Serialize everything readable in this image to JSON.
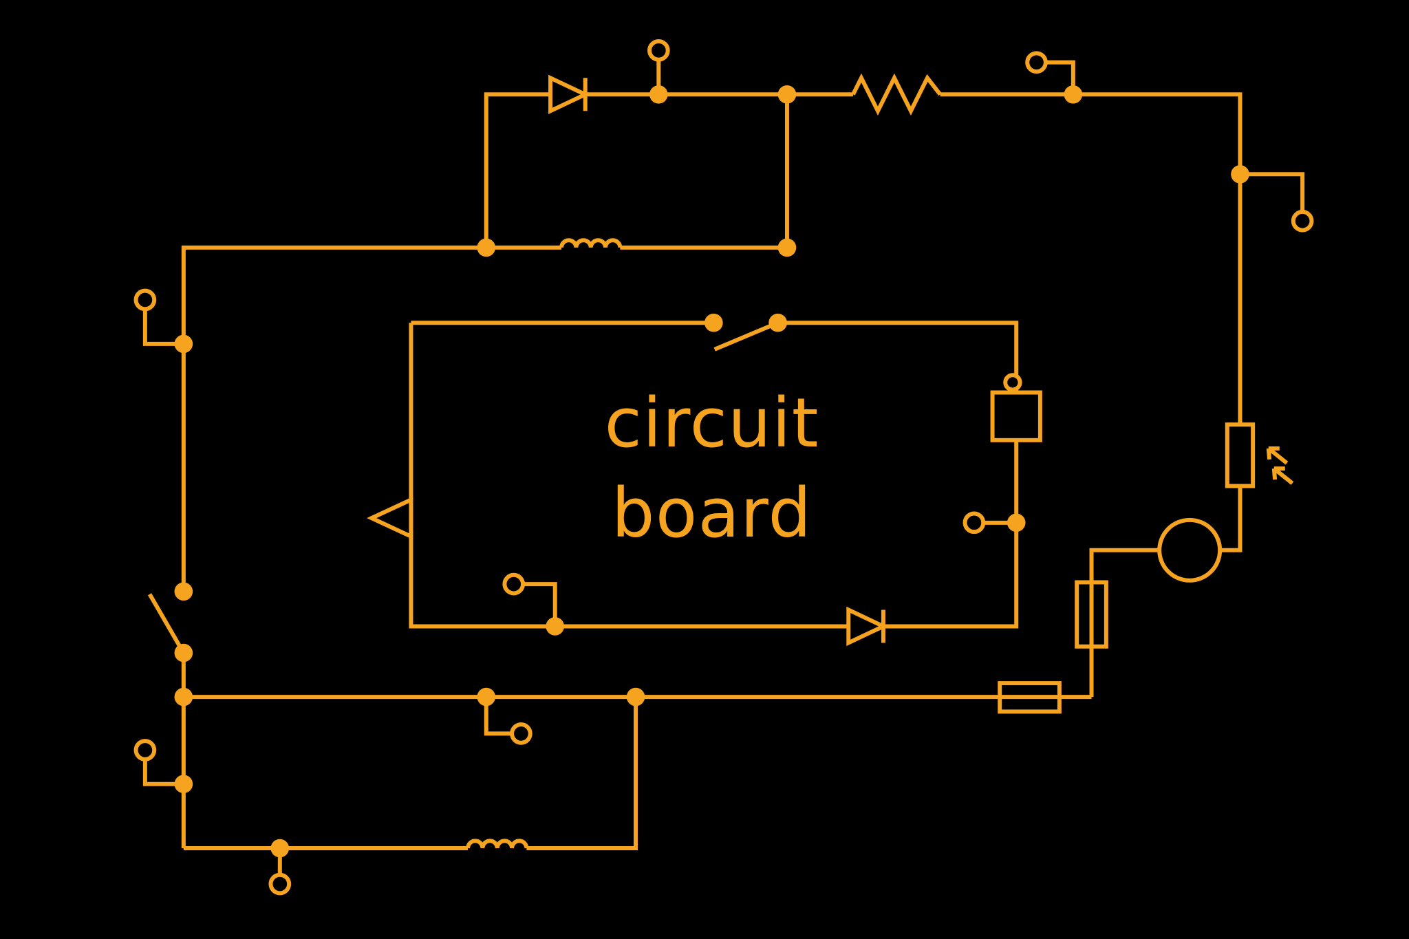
{
  "title": {
    "line1": "circuit",
    "line2": "board"
  },
  "colors": {
    "background": "#000000",
    "trace": "#F6A320"
  },
  "diagram": {
    "type": "circuit-schematic",
    "components": [
      {
        "id": "diode-top",
        "type": "diode"
      },
      {
        "id": "inductor-top",
        "type": "inductor"
      },
      {
        "id": "resistor-top",
        "type": "resistor"
      },
      {
        "id": "switch-inner-top",
        "type": "open-switch"
      },
      {
        "id": "switch-left",
        "type": "open-switch"
      },
      {
        "id": "relay-box",
        "type": "box-component"
      },
      {
        "id": "diode-inner-bottom",
        "type": "diode"
      },
      {
        "id": "connector-arrow-left",
        "type": "arrow-connector"
      },
      {
        "id": "photoresistor-right",
        "type": "light-dependent-resistor"
      },
      {
        "id": "lamp-right",
        "type": "round-component"
      },
      {
        "id": "fuse-vertical",
        "type": "fuse"
      },
      {
        "id": "fuse-horizontal",
        "type": "fuse"
      },
      {
        "id": "inductor-bottom",
        "type": "inductor"
      },
      {
        "id": "junction-dots",
        "type": "junction",
        "count": 18
      },
      {
        "id": "open-terminals",
        "type": "terminal",
        "count": 10
      }
    ]
  }
}
